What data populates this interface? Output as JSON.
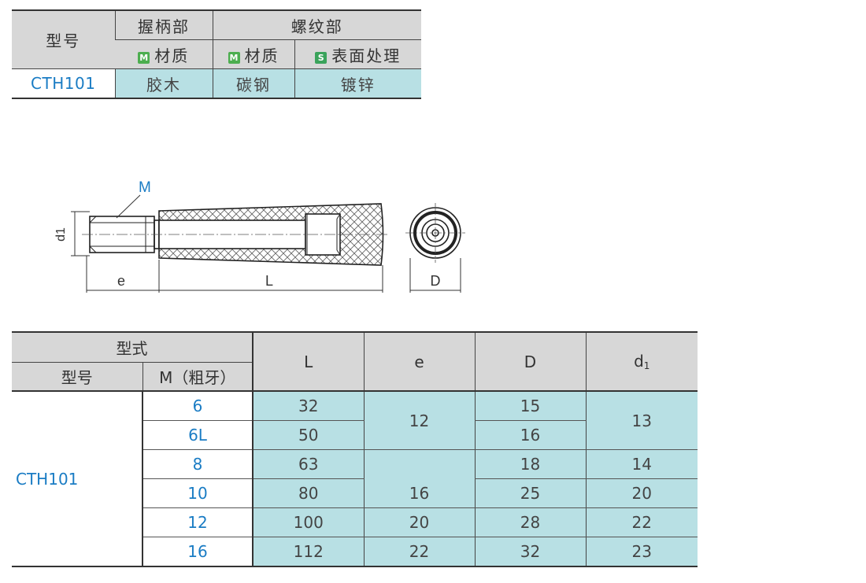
{
  "material_table": {
    "col_model": "型号",
    "col_grip": "握柄部",
    "col_thread": "螺纹部",
    "grip_material": "材质",
    "thread_material": "材质",
    "thread_surface": "表面处理",
    "badge_m": "M",
    "badge_s": "S",
    "row": {
      "model": "CTH101",
      "grip_material": "胶木",
      "thread_material": "碳钢",
      "thread_surface": "镀锌"
    }
  },
  "drawing": {
    "label_m": "M",
    "label_d1": "d1",
    "label_e": "e",
    "label_l": "L",
    "label_d": "D"
  },
  "dimension_table": {
    "header_type": "型式",
    "header_model": "型号",
    "header_m": "M（粗牙）",
    "header_l": "L",
    "header_e": "e",
    "header_d": "D",
    "header_d1_main": "d",
    "header_d1_sub": "1",
    "model": "CTH101",
    "rows": [
      {
        "m": "6",
        "l": "32",
        "e": "12",
        "d": "15",
        "d1": "13"
      },
      {
        "m": "6L",
        "l": "50",
        "e": "",
        "d": "16",
        "d1": ""
      },
      {
        "m": "8",
        "l": "63",
        "e": "16",
        "d": "18",
        "d1": "14"
      },
      {
        "m": "10",
        "l": "80",
        "e": "",
        "d": "25",
        "d1": "20"
      },
      {
        "m": "12",
        "l": "100",
        "e": "20",
        "d": "28",
        "d1": "22"
      },
      {
        "m": "16",
        "l": "112",
        "e": "22",
        "d": "32",
        "d1": "23"
      }
    ]
  }
}
